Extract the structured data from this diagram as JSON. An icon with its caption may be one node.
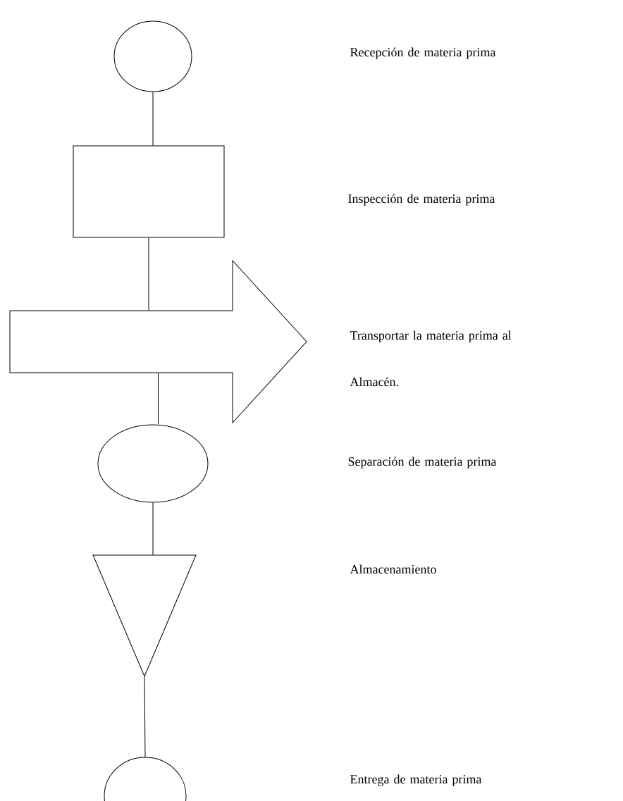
{
  "diagram": {
    "nodes": [
      {
        "text": [],
        "shape": "circle"
      },
      {
        "text": [],
        "shape": "box"
      },
      {
        "text": [],
        "shape": "arrow"
      },
      {
        "text": [],
        "shape": "circle"
      },
      {
        "text": [],
        "shape": "triangle"
      },
      {
        "text": [],
        "shape": "circle"
      }
    ],
    "edges": [
      {
        "from": 0,
        "to": 1,
        "arrow": "none"
      },
      {
        "from": 1,
        "to": 2,
        "arrow": "none"
      },
      {
        "from": 2,
        "to": 3,
        "arrow": "none"
      },
      {
        "from": 3,
        "to": 4,
        "arrow": "none"
      },
      {
        "from": 4,
        "to": 5,
        "arrow": "none"
      }
    ],
    "labels": [
      "Recepción de materia prima",
      "Inspección de materia prima",
      "Transportar la materia prima al Almacén.",
      "Separación de materia prima",
      "Almacenamiento",
      "Entrega de materia prima"
    ]
  }
}
